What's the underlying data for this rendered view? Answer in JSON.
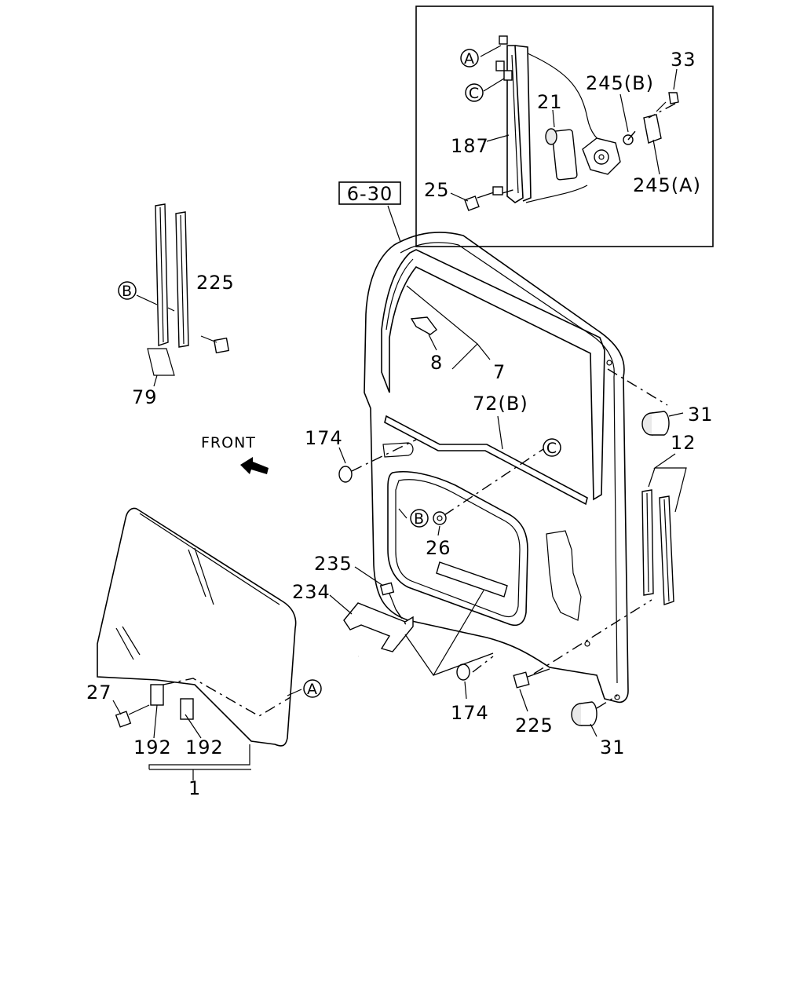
{
  "diagram": {
    "front_label": "FRONT",
    "callouts": {
      "A": "A",
      "B": "B",
      "C": "C"
    },
    "labels": {
      "p33": "33",
      "p245b": "245(B)",
      "p21": "21",
      "p187": "187",
      "p25": "25",
      "p245a": "245(A)",
      "p630": "6-30",
      "p225a": "225",
      "p79": "79",
      "p8": "8",
      "p7": "7",
      "p72b": "72(B)",
      "p31a": "31",
      "p174a": "174",
      "p12": "12",
      "p26": "26",
      "p235": "235",
      "p234": "234",
      "p27": "27",
      "p174b": "174",
      "p225b": "225",
      "p31b": "31",
      "p192a": "192",
      "p192b": "192",
      "p1": "1"
    }
  }
}
